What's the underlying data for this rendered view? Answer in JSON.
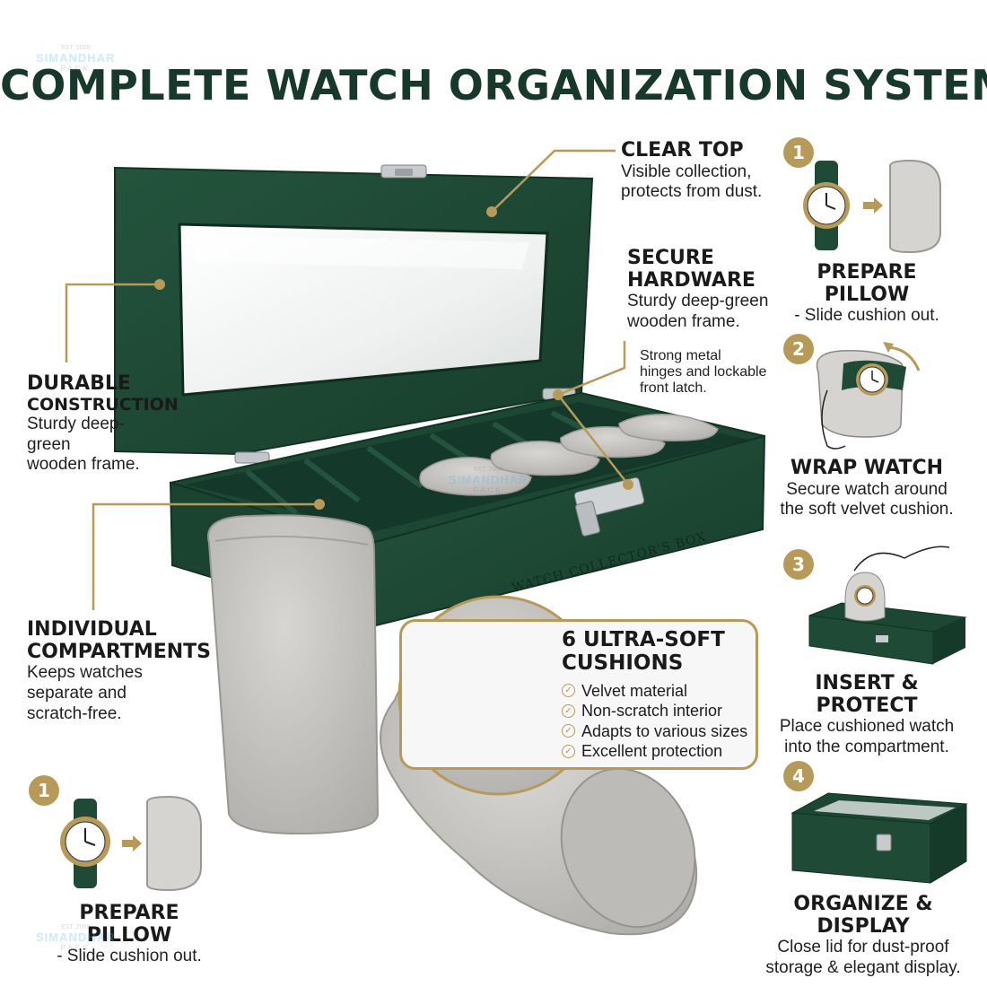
{
  "title": "COMPLETE WATCH ORGANIZATION SYSTEM",
  "product": {
    "engraving": "WATCH COLLECTOR'S BOX",
    "colors": {
      "box_green": "#1f4a35",
      "box_dark": "#163a29",
      "velvet_grey": "#c9c7c3",
      "gold_accent": "#b79a58",
      "title_green": "#16392c"
    }
  },
  "callouts": {
    "clear_top": {
      "title": "CLEAR TOP",
      "desc_line1": "Visible collection,",
      "desc_line2": "protects from dust."
    },
    "secure_hardware": {
      "title_line1": "SECURE",
      "title_line2": "HARDWARE",
      "desc_line1": "Sturdy deep-green",
      "desc_line2": "wooden frame.",
      "note_line1": "Strong metal",
      "note_line2": "hinges and lockable",
      "note_line3": "front latch."
    },
    "durable": {
      "title_line1": "DURABLE",
      "title_line2": "CONSTRUCTION",
      "desc_line1": "Sturdy deep-",
      "desc_line2": "green",
      "desc_line3": "wooden frame."
    },
    "individual": {
      "title_line1": "INDIVIDUAL",
      "title_line2": "COMPARTMENTS",
      "desc_line1": "Keeps watches",
      "desc_line2": "separate and",
      "desc_line3": "scratch-free."
    }
  },
  "cushions_panel": {
    "title_line1": "6 ULTRA-SOFT",
    "title_line2": "CUSHIONS",
    "features": [
      "Velvet material",
      "Non-scratch interior",
      "Adapts to various sizes",
      "Excellent protection"
    ]
  },
  "steps": [
    {
      "number": "1",
      "title": "PREPARE PILLOW",
      "desc_line1": "- Slide cushion out.",
      "desc_line2": ""
    },
    {
      "number": "2",
      "title": "WRAP WATCH",
      "desc_line1": "Secure watch around",
      "desc_line2": "the soft velvet cushion."
    },
    {
      "number": "3",
      "title": "INSERT & PROTECT",
      "desc_line1": "Place cushioned watch",
      "desc_line2": "into the compartment."
    },
    {
      "number": "4",
      "title": "ORGANIZE & DISPLAY",
      "desc_line1": "Close lid for dust-proof",
      "desc_line2": "storage & elegant display."
    }
  ],
  "bottom_step": {
    "number": "1",
    "title": "PREPARE PILLOW",
    "desc": "- Slide cushion out."
  },
  "watermark": {
    "name": "SIMANDHAR",
    "pack": "PACK",
    "est": "EST.",
    "year": "2009"
  }
}
